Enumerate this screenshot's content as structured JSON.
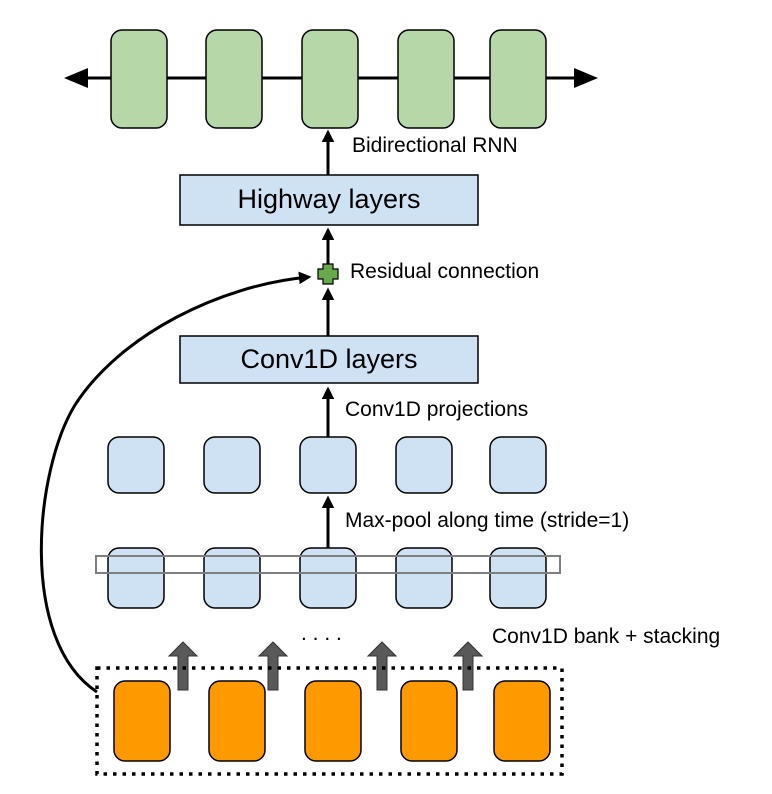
{
  "labels": {
    "bidirectional_rnn": "Bidirectional RNN",
    "highway_layers": "Highway layers",
    "residual_connection": "Residual connection",
    "conv1d_layers": "Conv1D layers",
    "conv1d_projections": "Conv1D projections",
    "max_pool": "Max-pool along time (stride=1)",
    "conv1d_bank": "Conv1D bank + stacking",
    "ellipsis": ". . . ."
  },
  "colors": {
    "rnn_cell": "#b6d7a8",
    "layer_block": "#cfe2f3",
    "input_cell": "#ff9900",
    "residual_plus": "#6aa84f",
    "outline": "#000000",
    "stack_arrow": "#595959",
    "pool_window": "#7f7f7f"
  }
}
